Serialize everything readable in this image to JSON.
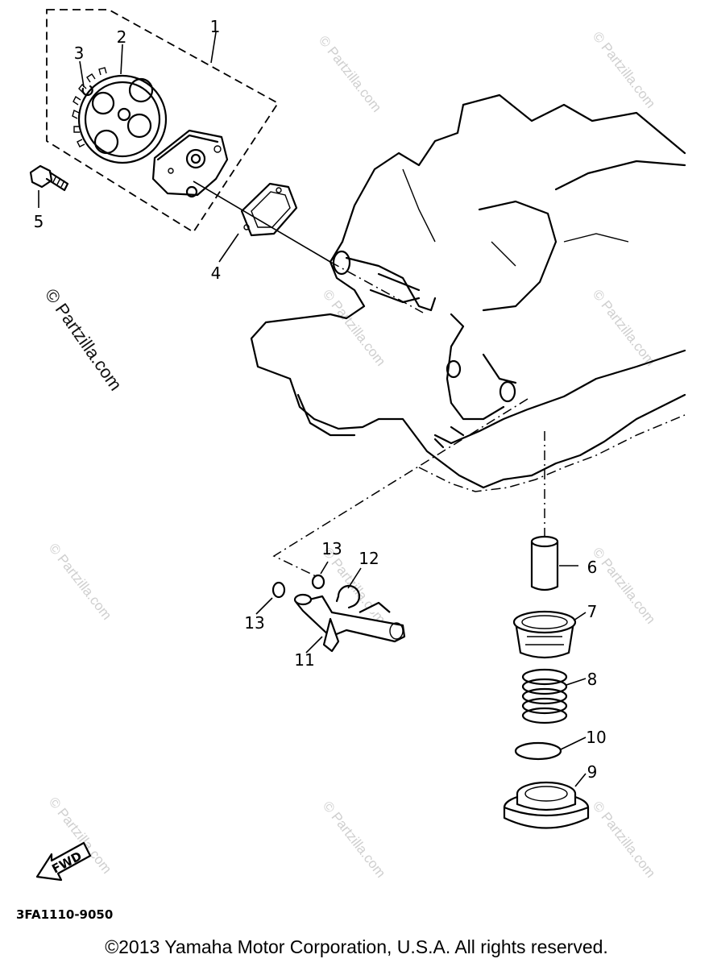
{
  "diagram": {
    "callouts": [
      "1",
      "2",
      "3",
      "4",
      "5",
      "6",
      "7",
      "8",
      "9",
      "10",
      "11",
      "12",
      "13",
      "13"
    ],
    "watermark_main": "© Partzilla.com",
    "watermark_repeat": "© Partzilla.com",
    "fwd_label": "FWD",
    "part_code": "3FA1110-9050"
  },
  "footer": {
    "copyright": "©2013  Yamaha Motor Corporation, U.S.A. All rights reserved."
  }
}
